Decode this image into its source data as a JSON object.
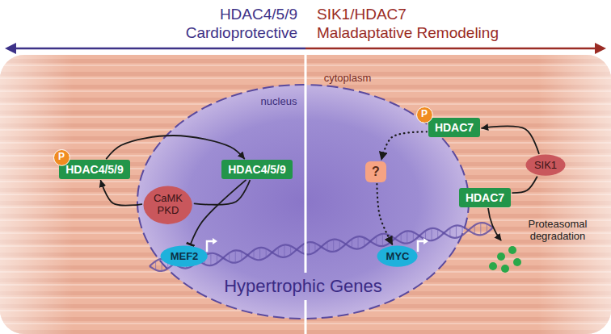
{
  "diagram": {
    "nodes": [
      {
        "text": [
          "P"
        ]
      },
      {
        "text": [
          "HDAC4/5/9"
        ]
      },
      {
        "text": [
          "CaMK PKD"
        ]
      },
      {
        "text": [
          "HDAC4/5/9"
        ]
      },
      {
        "text": [
          "MEF2"
        ]
      },
      {
        "text": [
          "?"
        ]
      },
      {
        "text": [
          "P"
        ]
      },
      {
        "text": [
          "HDAC7"
        ]
      },
      {
        "text": [
          "SIK1"
        ]
      },
      {
        "text": [
          "HDAC7"
        ]
      },
      {
        "text": [
          "MYC"
        ]
      }
    ],
    "edges": [
      {
        "from": 1,
        "to": 3,
        "arrow": "to"
      },
      {
        "from": 3,
        "to": 2,
        "arrow": "none"
      },
      {
        "from": 2,
        "to": 1,
        "arrow": "to"
      },
      {
        "from": 3,
        "to": 4,
        "arrow": "to"
      },
      {
        "from": 9,
        "to": 8,
        "arrow": "none"
      },
      {
        "from": 8,
        "to": 7,
        "arrow": "to"
      },
      {
        "from": 7,
        "to": 5,
        "arrow": "to"
      },
      {
        "from": 5,
        "to": 10,
        "arrow": "to"
      }
    ],
    "labels": [
      "HDAC4/5/9",
      "Cardioprotective",
      "SIK1/HDAC7",
      "Maladaptative Remodeling",
      "cytoplasm",
      "nucleus",
      "Hypertrophic Genes",
      "Proteasomal degradation"
    ]
  }
}
